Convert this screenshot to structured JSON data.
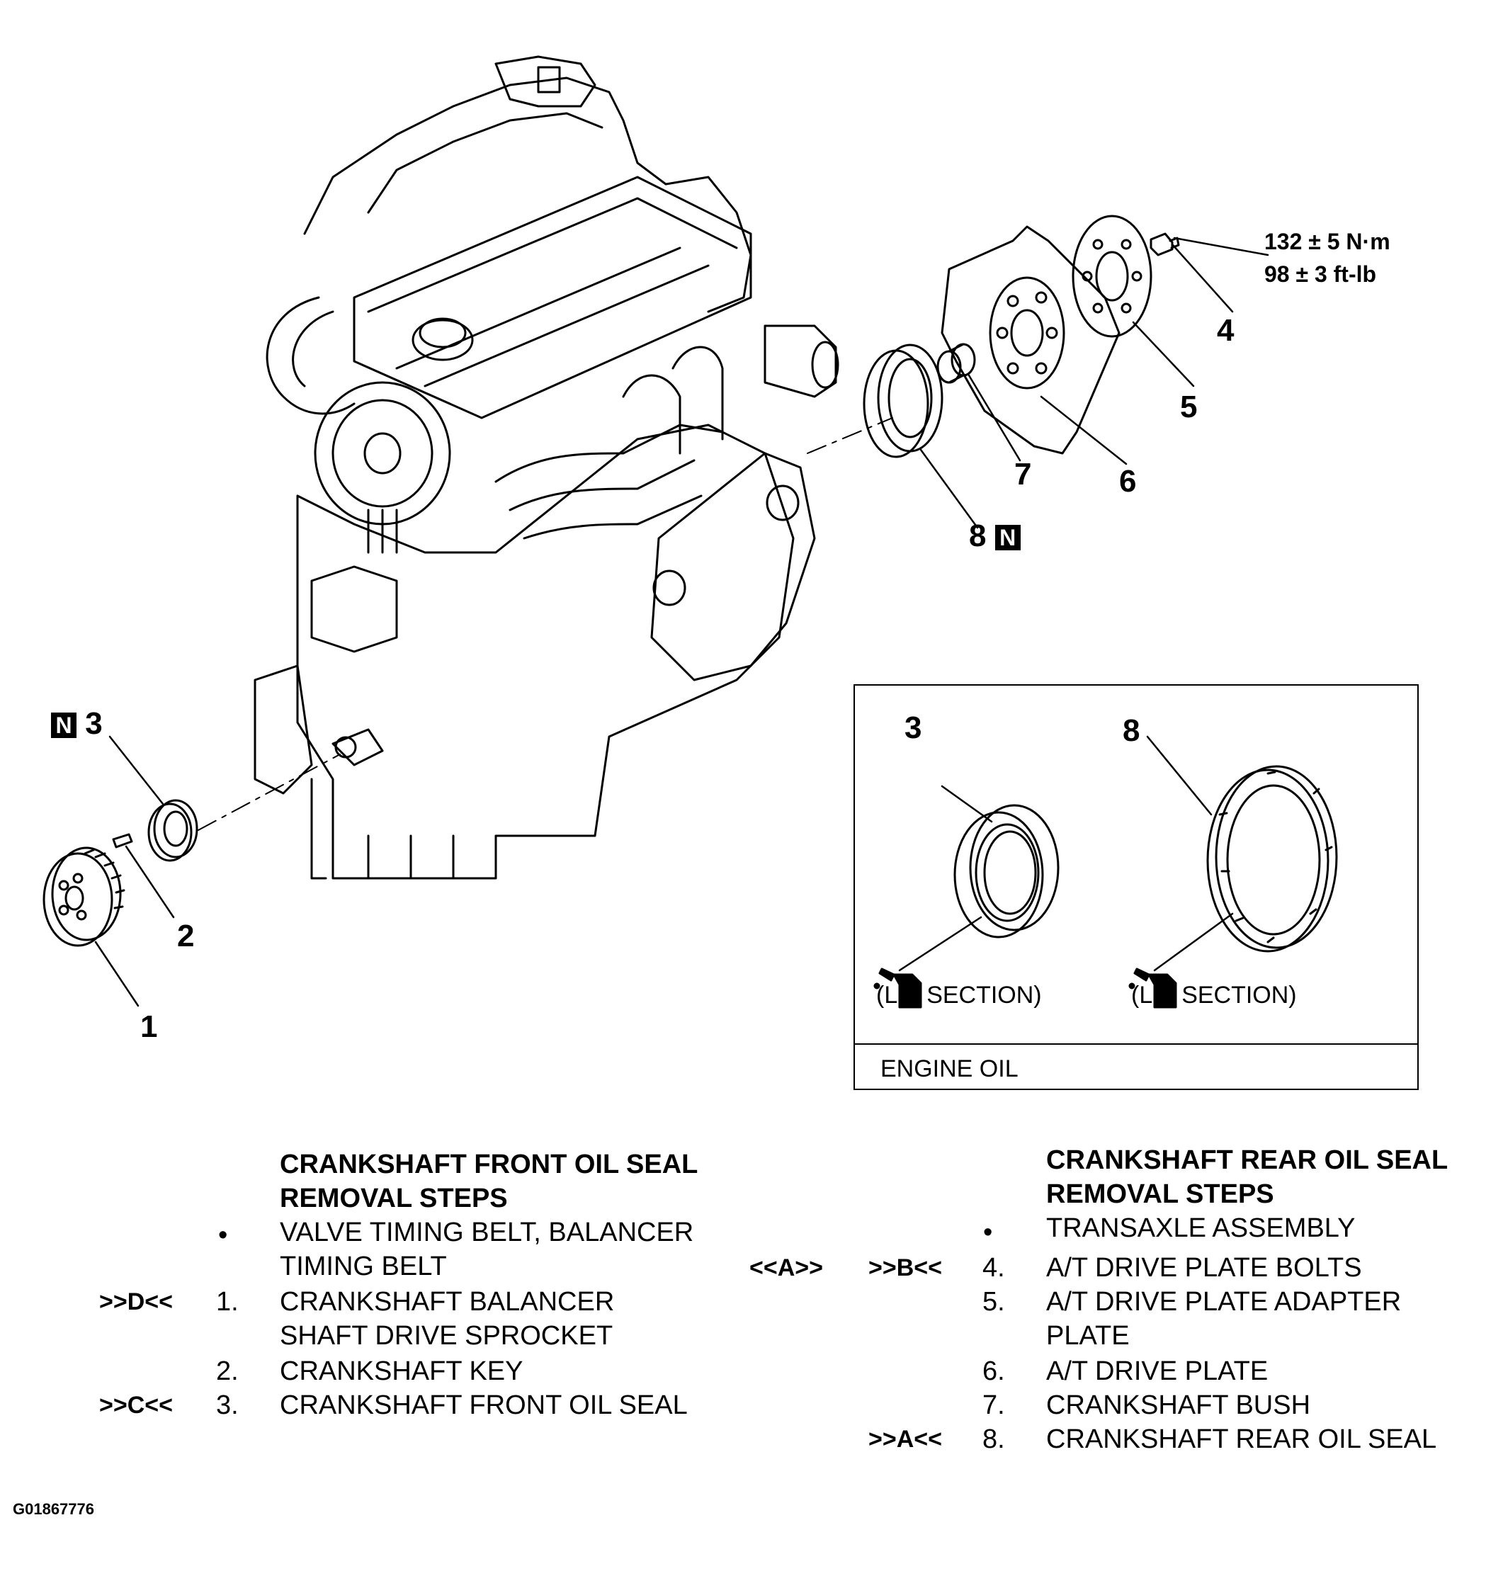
{
  "callouts": {
    "c1": "1",
    "c2": "2",
    "c3": "3",
    "c4": "4",
    "c5": "5",
    "c6": "6",
    "c7": "7",
    "c8": "8",
    "badge": "N"
  },
  "torque": {
    "metric": "132 ± 5 N·m",
    "imperial": "98 ± 3 ft-lb"
  },
  "inset": {
    "label_3": "3",
    "label_8": "8",
    "lip_left": "(LIP SECTION)",
    "lip_right": "(LIP SECTION)",
    "footer": "ENGINE OIL"
  },
  "front": {
    "title_1": "CRANKSHAFT FRONT OIL SEAL",
    "title_2": "REMOVAL STEPS",
    "bullet": "•",
    "steps": [
      {
        "ref": "",
        "num": "",
        "lines": [
          "VALVE TIMING BELT, BALANCER",
          "TIMING BELT"
        ]
      },
      {
        "ref": ">>D<<",
        "num": "1.",
        "lines": [
          "CRANKSHAFT BALANCER",
          "SHAFT DRIVE SPROCKET"
        ]
      },
      {
        "ref": "",
        "num": "2.",
        "lines": [
          "CRANKSHAFT KEY"
        ]
      },
      {
        "ref": ">>C<<",
        "num": "3.",
        "lines": [
          "CRANKSHAFT FRONT OIL SEAL"
        ]
      }
    ]
  },
  "rear": {
    "title_1": "CRANKSHAFT REAR OIL SEAL",
    "title_2": "REMOVAL STEPS",
    "bullet": "•",
    "steps": [
      {
        "ref1": "",
        "ref2": "",
        "num": "",
        "lines": [
          "TRANSAXLE ASSEMBLY"
        ]
      },
      {
        "ref1": "<<A>>",
        "ref2": ">>B<<",
        "num": "4.",
        "lines": [
          "A/T DRIVE PLATE BOLTS"
        ]
      },
      {
        "ref1": "",
        "ref2": "",
        "num": "5.",
        "lines": [
          "A/T DRIVE PLATE ADAPTER",
          "PLATE"
        ]
      },
      {
        "ref1": "",
        "ref2": "",
        "num": "6.",
        "lines": [
          "A/T DRIVE PLATE"
        ]
      },
      {
        "ref1": "",
        "ref2": "",
        "num": "7.",
        "lines": [
          "CRANKSHAFT BUSH"
        ]
      },
      {
        "ref1": "",
        "ref2": ">>A<<",
        "num": "8.",
        "lines": [
          "CRANKSHAFT REAR OIL SEAL"
        ]
      }
    ]
  },
  "figure_id": "G01867776"
}
